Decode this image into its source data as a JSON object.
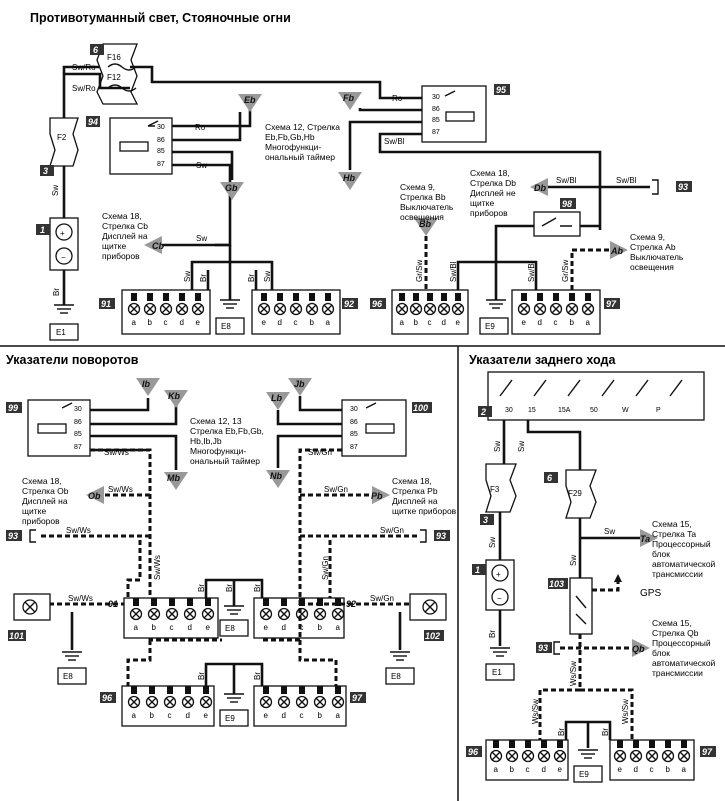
{
  "sections": {
    "fog_title": "Противотуманный свет, Стояночные огни",
    "turn_title": "Указатели поворотов",
    "reverse_title": "Указатели заднего хода"
  },
  "fog": {
    "wires": {
      "sw_ro_1": "Sw/Ro",
      "sw_ro_2": "Sw/Ro",
      "ro_94": "Ro",
      "ro_95": "Ro",
      "sw": "Sw",
      "sw_cb": "Sw",
      "sw_bl": "Sw/Bl",
      "sw_bl_db": "Sw/Bl",
      "sw_bl_93": "Sw/Bl",
      "br": "Br",
      "gr_sw": "Gr/Sw",
      "sw_bl_a": "Sw/Bl",
      "sw_bl_b": "Sw/Bl"
    },
    "fuses": {
      "f16": "F16",
      "f12": "F12",
      "f2": "F2"
    },
    "note_94": "Схема 12, Стрелка Eb,Fb,Gb,Hb Многофункци-ональный таймер",
    "note_cb": "Схема 18, Стрелка Cb Дисплей на щитке приборов",
    "note_bb": "Схема 9, Стрелка Bb Выключатель освещения",
    "note_db": "Схема 18, Стрелка Db Дисплей не щитке приборов",
    "note_ab": "Схема 9, Стрелка Ab Выключатель освещения"
  },
  "turn": {
    "wires": {
      "sw_ws": "Sw/Ws",
      "sw_gn": "Sw/Gn",
      "br": "Br"
    },
    "note_99": "Схема 12, 13 Стрелка Eb,Fb,Gb, Hb,Ib,Jb Многофункци-ональный таймер",
    "note_ob": "Схема 18, Стрелка Ob Дисплей на щитке приборов",
    "note_pb": "Схема 18, Стрелка Pb Дисплей на щитке приборов"
  },
  "reverse": {
    "fuses": {
      "f3": "F3",
      "f29": "F29"
    },
    "wires": {
      "sw": "Sw",
      "br": "Br",
      "ws_sw": "Ws/Sw"
    },
    "gps_label": "GPS",
    "note_ta": "Схема 15, Стрелка Ta Процессорный блок автоматической трансмиссии",
    "note_qb": "Схема 15, Стрелка Qb Процессорный блок автоматической трансмиссии"
  },
  "components": {
    "c1": "1",
    "c2": "2",
    "c3": "3",
    "c6": "6",
    "c91": "91",
    "c92": "92",
    "c93": "93",
    "c94": "94",
    "c95": "95",
    "c96": "96",
    "c97": "97",
    "c98": "98",
    "c99": "99",
    "c100": "100",
    "c101": "101",
    "c102": "102",
    "c103": "103"
  },
  "grounds": {
    "e1": "E1",
    "e8": "E8",
    "e9": "E9"
  },
  "arrows": {
    "eb": "Eb",
    "fb": "Fb",
    "gb": "Gb",
    "hb": "Hb",
    "cb": "Cb",
    "db": "Db",
    "bb": "Bb",
    "ab": "Ab",
    "ib": "Ib",
    "kb": "Kb",
    "jb": "Jb",
    "lb": "Lb",
    "mb": "Mb",
    "nb": "Nb",
    "ob": "Ob",
    "pb": "Pb",
    "ta": "Ta",
    "qb": "Qb"
  },
  "relay_pins": {
    "p30": "30",
    "p85": "85",
    "p86": "86",
    "p87": "87"
  },
  "switch_pins": {
    "p30": "30",
    "p15": "15",
    "p15a": "15A",
    "p50": "50",
    "pw": "W",
    "pp": "P"
  },
  "lamp_letters": [
    "a",
    "b",
    "c",
    "d",
    "e"
  ],
  "lamp_letters_rev": [
    "e",
    "d",
    "c",
    "b",
    "a"
  ]
}
